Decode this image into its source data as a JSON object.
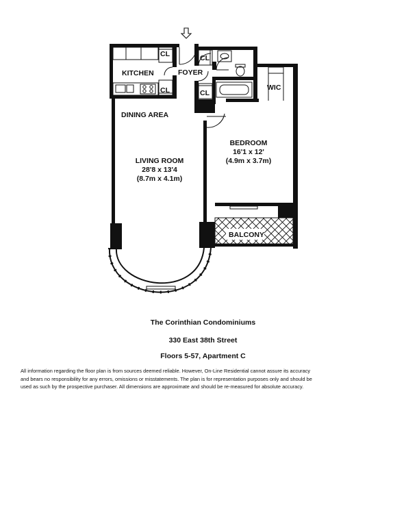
{
  "rooms": {
    "kitchen": "KITCHEN",
    "foyer": "FOYER",
    "dining": "DINING AREA",
    "living": {
      "name": "LIVING ROOM",
      "dim_imperial": "28'8 x 13'4",
      "dim_metric": "(8.7m x 4.1m)"
    },
    "bedroom": {
      "name": "BEDROOM",
      "dim_imperial": "16'1 x 12'",
      "dim_metric": "(4.9m x 3.7m)"
    },
    "wic": "WIC",
    "balcony": "BALCONY",
    "closet": "CL"
  },
  "entry_icon": "arrow-down-icon",
  "caption": {
    "building": "The Corinthian Condominiums",
    "address": "330 East 38th Street",
    "unit": "Floors 5-57, Apartment C"
  },
  "disclaimer": [
    "All information regarding the floor plan is from sources deemed reliable.  However, On-Line Residential cannot assure its accuracy",
    "and bears no responsibility for any errors, omissions or misstatements.  The plan is for representation purposes only and should be",
    "used as such by the prospective purchaser.  All dimensions are approximate and should be re-measured for absolute accuracy."
  ]
}
